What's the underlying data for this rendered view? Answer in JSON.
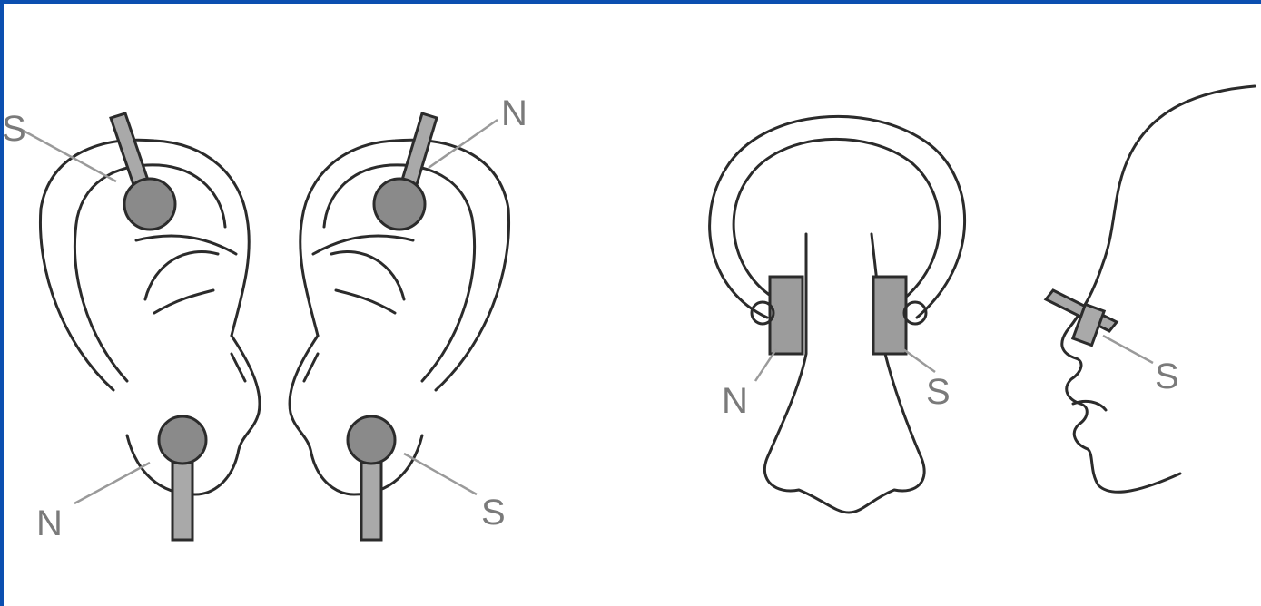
{
  "diagram": {
    "labels": {
      "left_ear_top": "S",
      "left_ear_bottom": "N",
      "right_ear_top": "N",
      "right_ear_bottom": "S",
      "nose_left": "N",
      "nose_right": "S",
      "profile": "S"
    },
    "colors": {
      "frame_border": "#0b4fb0",
      "ink": "#2b2b2b",
      "magnet_fill": "#8a8a8a",
      "label": "#7a7a7a"
    }
  }
}
